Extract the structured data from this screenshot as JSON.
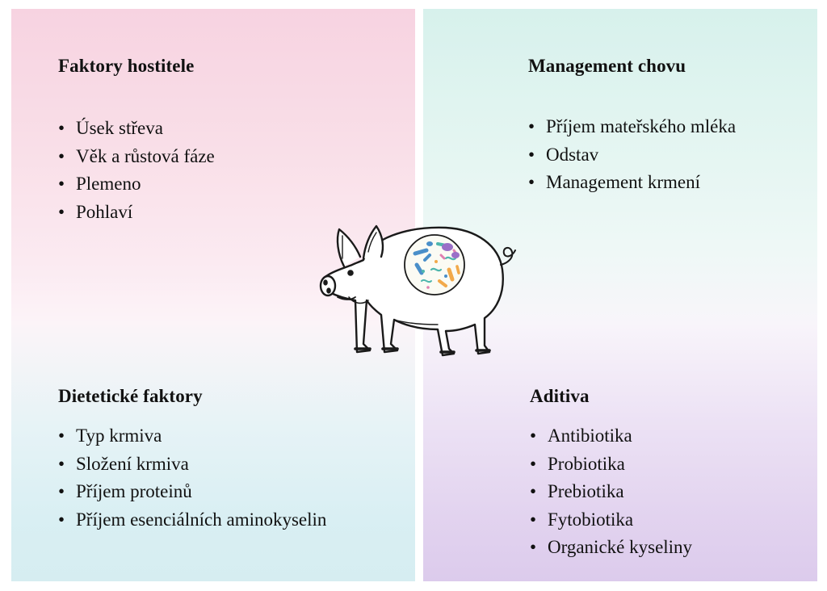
{
  "quadrants": {
    "host_factors": {
      "title": "Faktory hostitele",
      "items": [
        "Úsek střeva",
        "Věk a růstová fáze",
        "Plemeno",
        "Pohlaví"
      ]
    },
    "farm_management": {
      "title": "Management chovu",
      "items": [
        "Příjem mateřského mléka",
        "Odstav",
        "Management krmení"
      ]
    },
    "dietary_factors": {
      "title": "Dietetické faktory",
      "items": [
        "Typ krmiva",
        "Složení krmiva",
        "Příjem proteinů",
        "Příjem esenciálních aminokyselin"
      ]
    },
    "additives": {
      "title": "Aditiva",
      "items": [
        "Antibiotika",
        "Probiotika",
        "Prebiotika",
        "Fytobiotika",
        "Organické kyseliny"
      ]
    }
  },
  "colors": {
    "host_panel": "#f7d3e1",
    "diet_panel": "#d6edf1",
    "management_panel": "#d7f1ec",
    "additives_panel": "#dccbec",
    "microbe_blue": "#4a8fc9",
    "microbe_purple": "#9a6fc7",
    "microbe_teal": "#4fb6ad",
    "microbe_orange": "#f2a94a",
    "microbe_pink": "#e07fb0"
  },
  "icons": {
    "center_illustration": "pig-with-gut-microbiota-icon"
  }
}
